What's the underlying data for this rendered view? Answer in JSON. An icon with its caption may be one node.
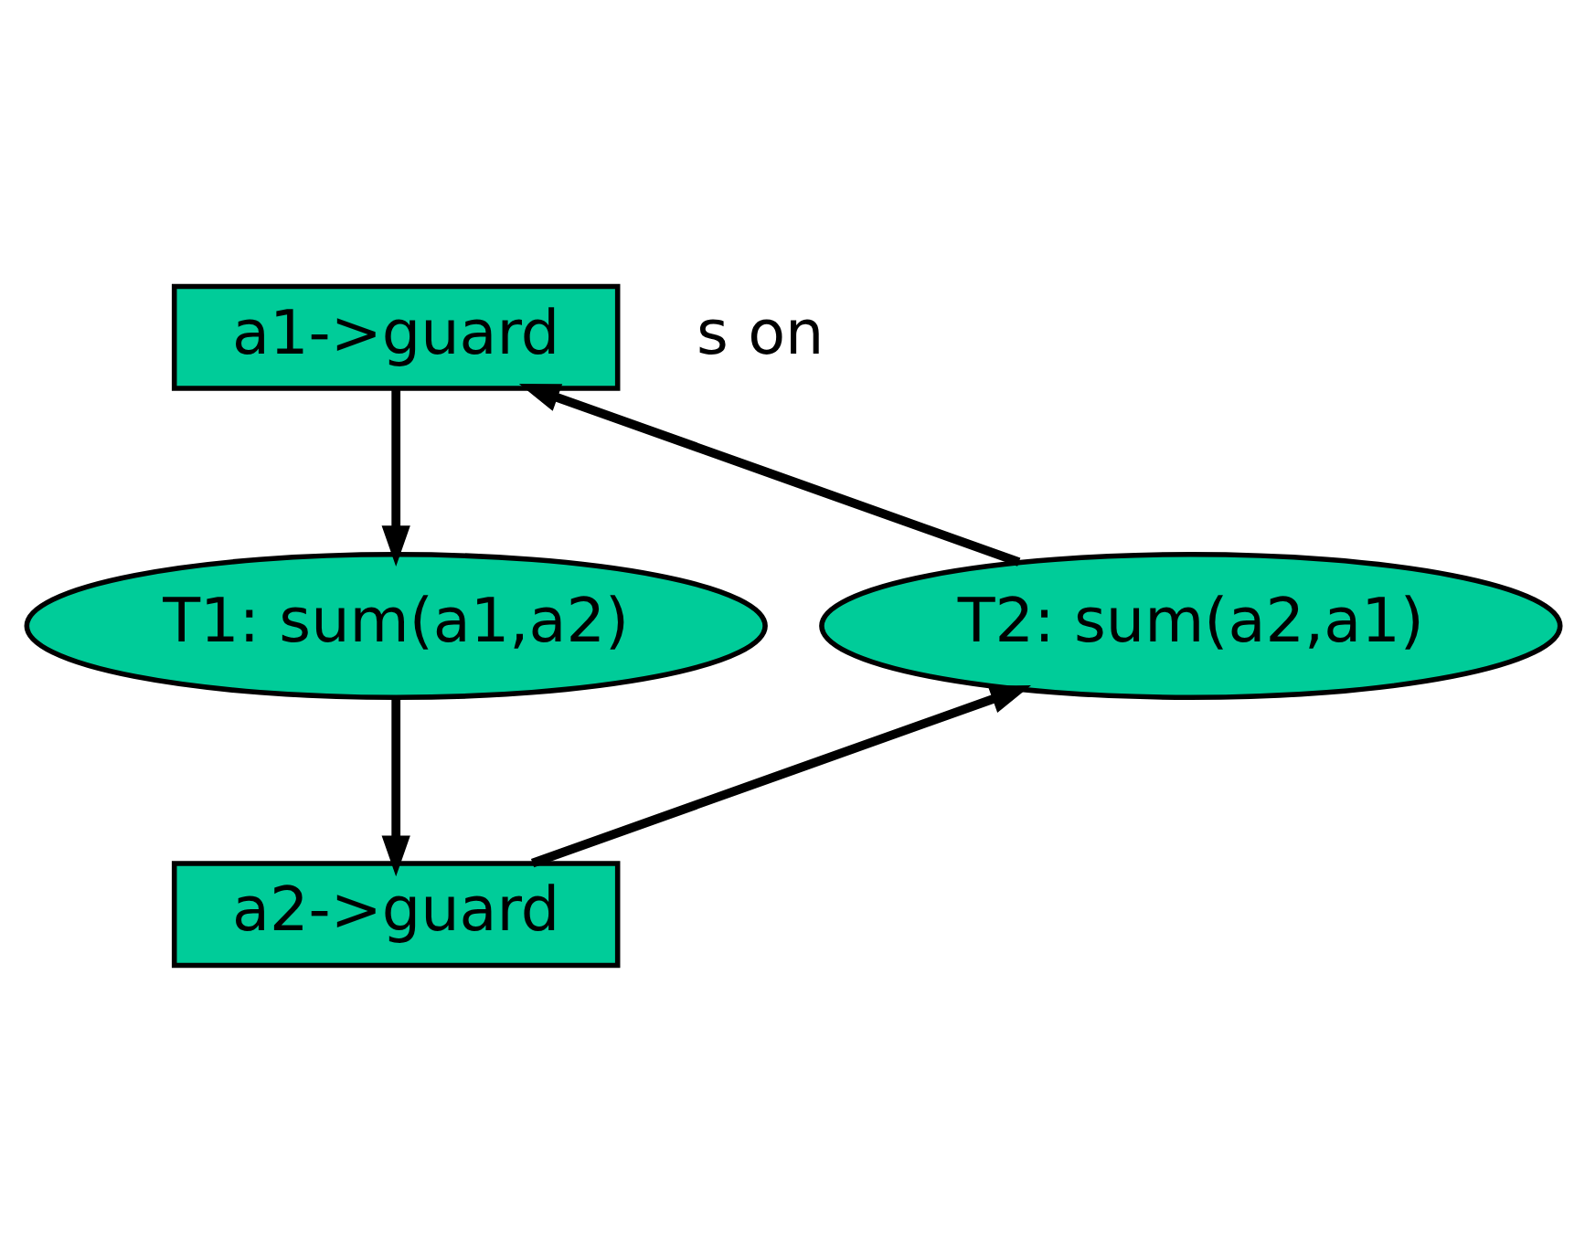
{
  "diagram": {
    "nodes": [
      {
        "text": [
          "a1->guard"
        ]
      },
      {
        "text": [
          "T1: sum(a1,a2)"
        ]
      },
      {
        "text": [
          "T2: sum(a2,a1)"
        ]
      },
      {
        "text": [
          "a2->guard"
        ]
      }
    ],
    "edges": [
      {
        "from": 0,
        "to": 1,
        "arrow": "to"
      },
      {
        "from": 2,
        "to": 0,
        "arrow": "to"
      },
      {
        "from": 1,
        "to": 3,
        "arrow": "to"
      },
      {
        "from": 3,
        "to": 2,
        "arrow": "to"
      }
    ],
    "labels": [
      "s on"
    ]
  }
}
